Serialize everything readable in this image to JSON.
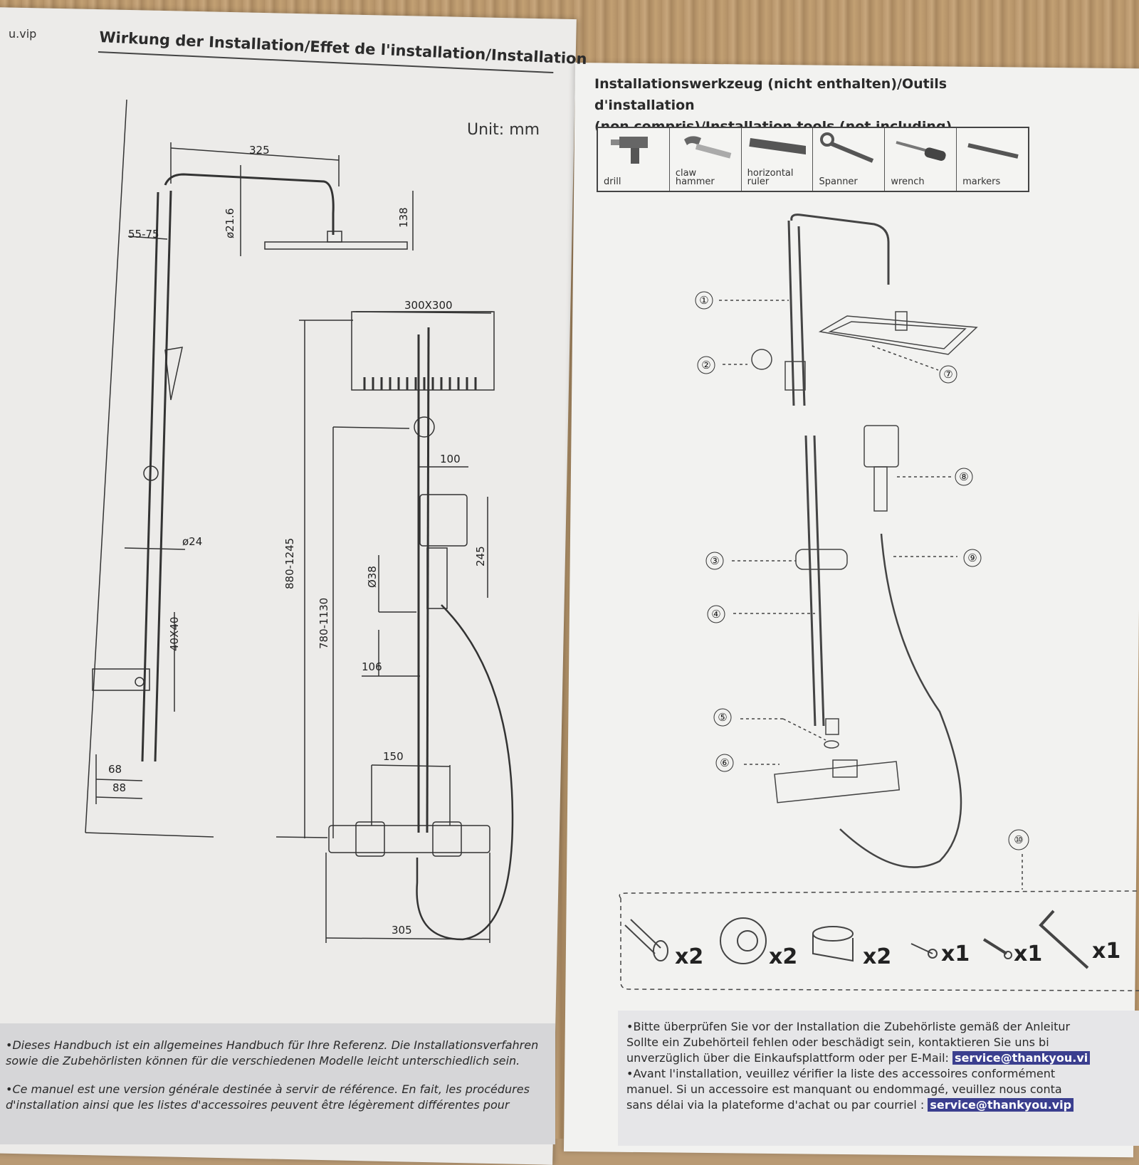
{
  "corner_url": "u.vip",
  "left_title": "Wirkung der Installation/Effet de l'installation/Installation",
  "unit_label": "Unit: mm",
  "dimensions": {
    "d325": "325",
    "d55_75": "55-75",
    "d21_6": "ø21.6",
    "d138": "138",
    "d300x300": "300X300",
    "d100": "100",
    "d24": "ø24",
    "d880_1245": "880-1245",
    "d780_1130": "780-1130",
    "d38": "Ø38",
    "d245": "245",
    "d40x40": "40X40",
    "d106": "106",
    "d150": "150",
    "d68": "68",
    "d88": "88",
    "d305": "305"
  },
  "tools_title_line1": "Installationswerkzeug (nicht enthalten)/Outils d'installation",
  "tools_title_line2": "(non compris)/Installation tools (not including)",
  "tools": [
    {
      "label": "drill",
      "icon": "drill-icon"
    },
    {
      "label": "claw\nhammer",
      "icon": "hammer-icon"
    },
    {
      "label": "horizontal\nruler",
      "icon": "ruler-icon"
    },
    {
      "label": "Spanner",
      "icon": "spanner-icon"
    },
    {
      "label": "wrench",
      "icon": "screwdriver-icon"
    },
    {
      "label": "markers",
      "icon": "marker-icon"
    }
  ],
  "parts_numbers": [
    "①",
    "②",
    "③",
    "④",
    "⑤",
    "⑥",
    "⑦",
    "⑧",
    "⑨",
    "⑩"
  ],
  "accessories": [
    {
      "icon": "adapter-icon",
      "qty": "x2"
    },
    {
      "icon": "cover-ring-icon",
      "qty": "x2"
    },
    {
      "icon": "washer-icon",
      "qty": "x2"
    },
    {
      "icon": "screw-anchor-icon",
      "qty": "x1"
    },
    {
      "icon": "screw-icon",
      "qty": "x1"
    },
    {
      "icon": "hex-key-icon",
      "qty": "x1"
    }
  ],
  "notes_left": [
    "•Dieses Handbuch ist ein allgemeines Handbuch für Ihre Referenz. Die Installationsverfahren sowie die Zubehörlisten können für die verschiedenen Modelle leicht unterschiedlich sein.",
    "•Ce manuel est une version générale destinée à servir de référence. En fait, les procédures d'installation ainsi que les listes d'accessoires peuvent être légèrement différentes pour"
  ],
  "notes_right": {
    "de_line1": "•Bitte überprüfen Sie vor der Installation die Zubehörliste gemäß der Anleitur",
    "de_line2": "Sollte ein Zubehörteil fehlen oder beschädigt sein, kontaktieren Sie uns bi",
    "de_line3": "unverzüglich über die Einkaufsplattform oder per E-Mail:",
    "email1": "service@thankyou.vi",
    "fr_line1": "•Avant l'installation, veuillez vérifier la liste des accessoires conformément",
    "fr_line2": "manuel. Si un accessoire est manquant ou endommagé, veuillez nous conta",
    "fr_line3": "sans délai via la plateforme d'achat ou par courriel :",
    "email2": "service@thankyou.vip"
  }
}
